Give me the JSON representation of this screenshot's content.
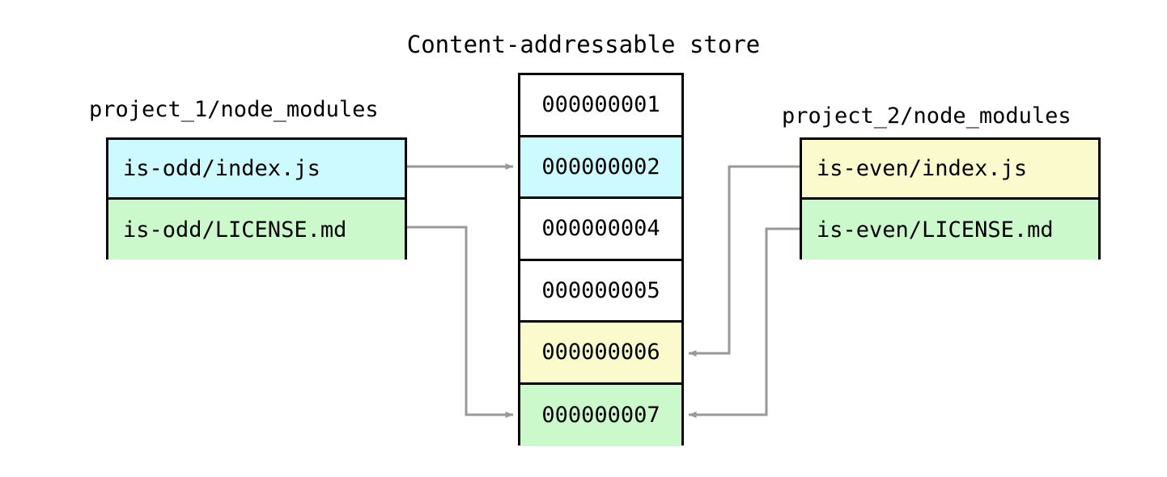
{
  "diagram": {
    "title": "Content-addressable store",
    "background_color": "#ffffff",
    "line_color": "#000000",
    "arrow_color": "#999999",
    "colors": {
      "cyan": "#ccfaff",
      "green": "#ccf9cc",
      "yellow": "#fbfacd",
      "white": "#ffffff"
    }
  },
  "left_group": {
    "label": "project_1/node_modules",
    "rows": [
      {
        "text": "is-odd/index.js",
        "color": "cyan"
      },
      {
        "text": "is-odd/LICENSE.md",
        "color": "green"
      }
    ]
  },
  "right_group": {
    "label": "project_2/node_modules",
    "rows": [
      {
        "text": "is-even/index.js",
        "color": "yellow"
      },
      {
        "text": "is-even/LICENSE.md",
        "color": "green"
      }
    ]
  },
  "store": {
    "label": "Content-addressable store",
    "rows": [
      {
        "hash": "000000001",
        "color": "white"
      },
      {
        "hash": "000000002",
        "color": "cyan"
      },
      {
        "hash": "000000004",
        "color": "white"
      },
      {
        "hash": "000000005",
        "color": "white"
      },
      {
        "hash": "000000006",
        "color": "yellow"
      },
      {
        "hash": "000000007",
        "color": "green"
      }
    ]
  },
  "links": [
    {
      "from": "is-odd/index.js",
      "to": "000000002"
    },
    {
      "from": "is-odd/LICENSE.md",
      "to": "000000007"
    },
    {
      "from": "is-even/index.js",
      "to": "000000006"
    },
    {
      "from": "is-even/LICENSE.md",
      "to": "000000007"
    }
  ]
}
